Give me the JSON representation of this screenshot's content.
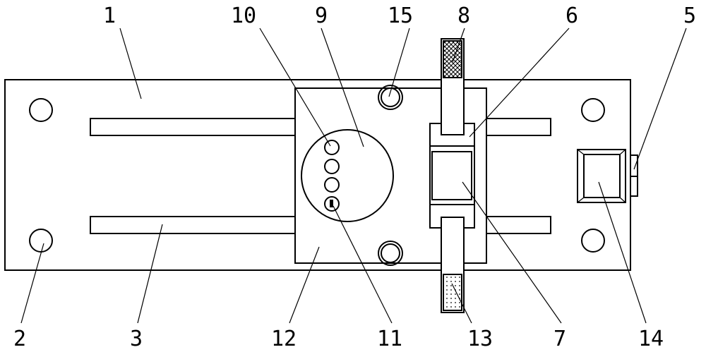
{
  "figure": {
    "labels": {
      "l1": "1",
      "l2": "2",
      "l3": "3",
      "l5": "5",
      "l6": "6",
      "l7": "7",
      "l8": "8",
      "l9": "9",
      "l10": "10",
      "l11": "11",
      "l12": "12",
      "l13": "13",
      "l14": "14",
      "l15": "15"
    },
    "colors": {
      "line": "#000000",
      "background": "#ffffff"
    }
  }
}
